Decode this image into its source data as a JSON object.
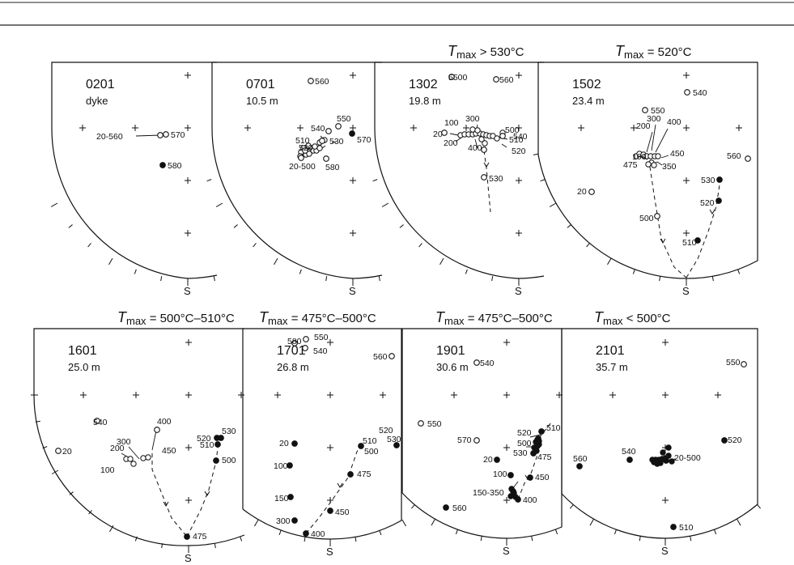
{
  "figure": {
    "south_label": "S",
    "panels": [
      {
        "id": "p0201",
        "header": "",
        "sample": "0201",
        "info": "dyke",
        "labels": [
          "20-560",
          "570",
          "580"
        ],
        "points": [
          {
            "lab": 1,
            "d": 1
          },
          {
            "lab": 1,
            "d": 1
          },
          {
            "lab": 2,
            "d": 0
          }
        ]
      },
      {
        "id": "p0701",
        "header": "",
        "sample": "0701",
        "info": "10.5 m",
        "labels": [
          "560",
          "550",
          "540",
          "570",
          "510",
          "530",
          "520",
          "20-500",
          "580"
        ],
        "points": [
          {
            "lab": 0,
            "d": 1
          },
          {
            "lab": 1,
            "d": 1
          },
          {
            "lab": 2,
            "d": 1
          },
          {
            "lab": 3,
            "d": 0
          },
          {
            "lab": 8,
            "d": 1
          },
          {
            "lab": 4,
            "d": 1
          },
          {
            "lab": 6,
            "d": 1
          },
          {
            "lab": 7,
            "d": 1
          }
        ]
      },
      {
        "id": "p1302",
        "header": "T",
        "header_sub": "max",
        "header_tail": " > 530°C",
        "sample": "1302",
        "info": "19.8 m",
        "labels": [
          "5500",
          "560",
          "300",
          "100",
          "20",
          "500",
          "200",
          "400",
          "510",
          "540",
          "520",
          "530"
        ],
        "points": [
          {
            "lab": 0,
            "d": 1
          },
          {
            "lab": 1,
            "d": 1
          },
          {
            "lab": 4,
            "d": 1
          },
          {
            "lab": 9,
            "d": 1
          },
          {
            "lab": 10,
            "d": 1
          },
          {
            "lab": 11,
            "d": 1
          }
        ]
      },
      {
        "id": "p1502",
        "header": "T",
        "header_sub": "max",
        "header_tail": " = 520°C",
        "sample": "1502",
        "info": "23.4 m",
        "labels": [
          "540",
          "550",
          "300",
          "200",
          "400",
          "100",
          "450",
          "475",
          "350",
          "560",
          "20",
          "530",
          "520",
          "500",
          "510"
        ],
        "points": [
          {
            "lab": 0,
            "d": 1
          },
          {
            "lab": 1,
            "d": 1
          },
          {
            "lab": 9,
            "d": 1
          },
          {
            "lab": 10,
            "d": 1
          },
          {
            "lab": 11,
            "d": 0
          },
          {
            "lab": 12,
            "d": 0
          },
          {
            "lab": 13,
            "d": 1
          },
          {
            "lab": 14,
            "d": 0
          }
        ]
      },
      {
        "id": "p1601",
        "header": "T",
        "header_sub": "max",
        "header_tail": " = 500°C–510°C",
        "sample": "1601",
        "info": "25.0 m",
        "labels": [
          "540",
          "20",
          "300",
          "200",
          "400",
          "100",
          "450",
          "520",
          "530",
          "510",
          "500",
          "475"
        ],
        "points": [
          {
            "lab": 0,
            "d": 1
          },
          {
            "lab": 1,
            "d": 1
          },
          {
            "lab": 6,
            "d": 1
          },
          {
            "lab": 7,
            "d": 0
          },
          {
            "lab": 8,
            "d": 0
          },
          {
            "lab": 9,
            "d": 0
          },
          {
            "lab": 10,
            "d": 0
          },
          {
            "lab": 11,
            "d": 0
          }
        ]
      },
      {
        "id": "p1701",
        "header": "T",
        "header_sub": "max",
        "header_tail": " = 475°C–500°C",
        "sample": "1701",
        "info": "26.8 m",
        "labels": [
          "550",
          "580",
          "540",
          "560",
          "520",
          "510",
          "500",
          "530",
          "20",
          "100",
          "475",
          "150",
          "450",
          "300",
          "400"
        ],
        "points": [
          {
            "lab": 0,
            "d": 1
          },
          {
            "lab": 1,
            "d": 1
          },
          {
            "lab": 2,
            "d": 1
          },
          {
            "lab": 3,
            "d": 1
          },
          {
            "lab": 4,
            "d": 0
          },
          {
            "lab": 7,
            "d": 0
          },
          {
            "lab": 8,
            "d": 0
          },
          {
            "lab": 9,
            "d": 0
          },
          {
            "lab": 10,
            "d": 0
          },
          {
            "lab": 11,
            "d": 0
          },
          {
            "lab": 12,
            "d": 0
          },
          {
            "lab": 13,
            "d": 0
          },
          {
            "lab": 14,
            "d": 0
          }
        ]
      },
      {
        "id": "p1901",
        "header": "T",
        "header_sub": "max",
        "header_tail": " = 475°C–500°C",
        "sample": "1901",
        "info": "30.6 m",
        "labels": [
          "540",
          "550",
          "570",
          "510",
          "520",
          "500",
          "530",
          "475",
          "20",
          "100",
          "450",
          "150-350",
          "400",
          "560"
        ],
        "points": [
          {
            "lab": 0,
            "d": 1
          },
          {
            "lab": 1,
            "d": 1
          },
          {
            "lab": 2,
            "d": 1
          },
          {
            "lab": 3,
            "d": 0
          },
          {
            "lab": 4,
            "d": 0
          },
          {
            "lab": 5,
            "d": 0
          },
          {
            "lab": 6,
            "d": 0
          },
          {
            "lab": 8,
            "d": 0
          },
          {
            "lab": 9,
            "d": 0
          },
          {
            "lab": 10,
            "d": 0
          },
          {
            "lab": 11,
            "d": 0
          },
          {
            "lab": 12,
            "d": 0
          },
          {
            "lab": 13,
            "d": 0
          }
        ]
      },
      {
        "id": "p2101",
        "header": "T",
        "header_sub": "max",
        "header_tail": " < 500°C",
        "sample": "2101",
        "info": "35.7 m",
        "labels": [
          "550",
          "520",
          "540",
          "20-500",
          "560",
          "510"
        ],
        "points": [
          {
            "lab": 0,
            "d": 1
          },
          {
            "lab": 1,
            "d": 0
          },
          {
            "lab": 2,
            "d": 0
          },
          {
            "lab": 3,
            "d": 0
          },
          {
            "lab": 4,
            "d": 0
          },
          {
            "lab": 5,
            "d": 0
          }
        ]
      }
    ]
  }
}
